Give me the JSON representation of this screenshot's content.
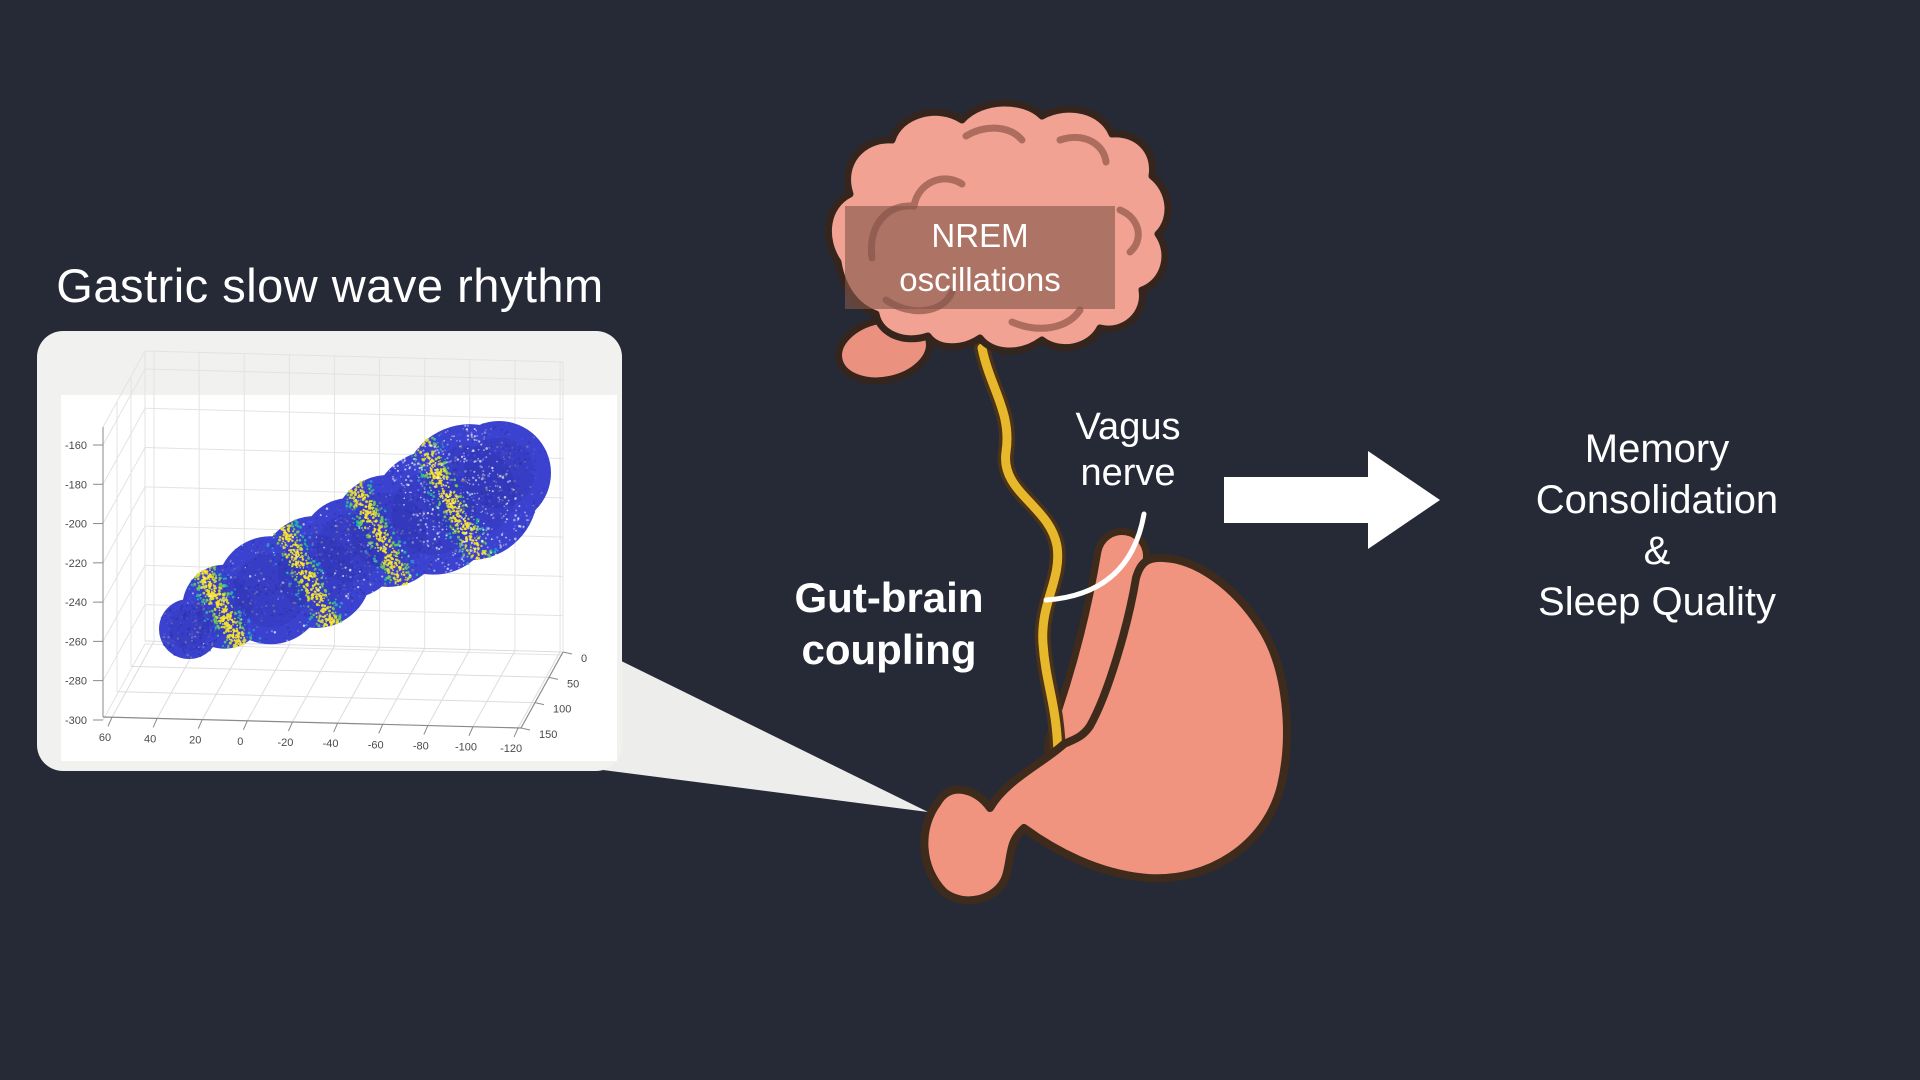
{
  "title_card": {
    "title": "Gastric slow wave rhythm"
  },
  "labels": {
    "nrem": [
      "NREM",
      "oscillations"
    ],
    "vagus": [
      "Vagus",
      "nerve"
    ],
    "gut_brain": [
      "Gut-brain",
      "coupling"
    ],
    "outcome": [
      "Memory Consolidation",
      "&",
      "Sleep Quality"
    ]
  },
  "chart_data": {
    "type": "scatter",
    "projection": "3d",
    "title": "Gastric slow wave rhythm",
    "description": "3D point cloud of a stomach surface; gastric slow-wave phase shown as four parula-colored (yellow/green/cyan) wavefront bands over a blue mesh with white speckle",
    "grid": true,
    "colormap": "parula",
    "x_tick_labels": [
      "60",
      "40",
      "20",
      "0",
      "-20",
      "-40",
      "-60",
      "-80",
      "-100",
      "-120"
    ],
    "depth_tick_labels": [
      "0",
      "50",
      "100",
      "150"
    ],
    "z_tick_labels": [
      "-160",
      "-180",
      "-200",
      "-220",
      "-240",
      "-260",
      "-280",
      "-300"
    ],
    "x_range": [
      60,
      -120
    ],
    "depth_range": [
      0,
      150
    ],
    "z_range": [
      -160,
      -300
    ],
    "cloud": {
      "axis": {
        "x1": 152,
        "y1": 298,
        "x2": 462,
        "y2": 142
      },
      "blobs": [
        [
          0,
          0,
          30
        ],
        [
          0.12,
          -4,
          42
        ],
        [
          0.26,
          2,
          54
        ],
        [
          0.4,
          6,
          56
        ],
        [
          0.52,
          0,
          50
        ],
        [
          0.64,
          2,
          56
        ],
        [
          0.78,
          6,
          62
        ],
        [
          0.9,
          4,
          68
        ],
        [
          1.0,
          0,
          52
        ]
      ],
      "band_positions": [
        0.11,
        0.37,
        0.61,
        0.84
      ],
      "band_color_stops": [
        [
          5,
          "#F9E42C"
        ],
        [
          9,
          "#D8DF31"
        ],
        [
          13,
          "#6CCB5B"
        ],
        [
          17,
          "#25B7A5"
        ],
        [
          22,
          "#2F8FD8"
        ]
      ],
      "base_color": "#3B42CF",
      "dark_color": "#2B2FA6",
      "light_color": "#5F66E8",
      "diffuse_color": "#E9DB45",
      "sparkle_color": "#FFFFFF",
      "counts": {
        "band_dots": 420,
        "sparkle_dots": 520,
        "dark_dots": 900,
        "light_dots": 500,
        "diffuse_dots": 260
      }
    }
  },
  "colors": {
    "background": "#262A37",
    "card": "#F1F1EF",
    "plot_bg": "#FFFFFF",
    "wedge": "#EDEDEC",
    "brain_fill": "#F1A292",
    "brain_outline": "#35251C",
    "gyri": "#AC6D5E",
    "cerebellum_fill": "#EB9180",
    "nrem_box": "rgba(130,85,75,0.62)",
    "nerve_fill": "#E8B82C",
    "nerve_outline": "#4A3318",
    "stomach_fill": "#F09480",
    "stomach_outline": "#3F2B1C",
    "text": "#FFFFFF",
    "arrow": "#FFFFFF",
    "tick_text": "#4A4A4A"
  }
}
